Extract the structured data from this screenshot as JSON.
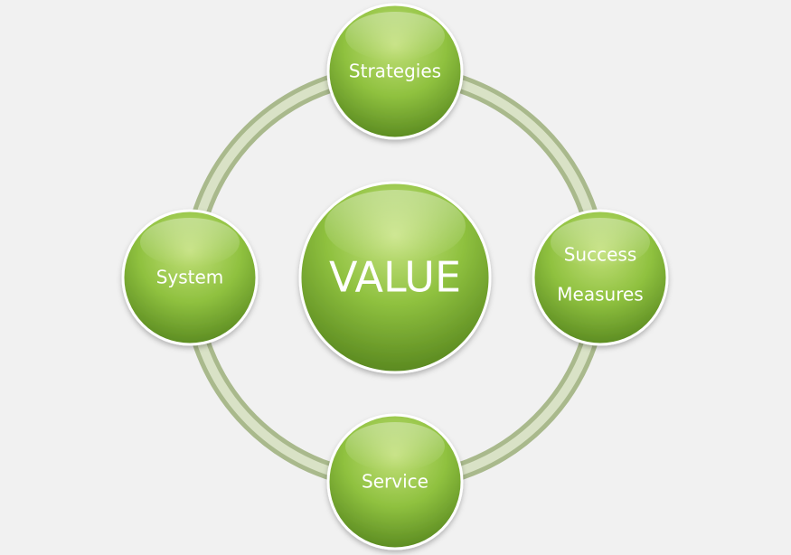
{
  "diagram": {
    "center": {
      "label": "VALUE"
    },
    "top": {
      "label": "Strategies"
    },
    "right": {
      "line1": "Success",
      "line2": "Measures"
    },
    "bottom": {
      "label": "Service"
    },
    "left": {
      "label": "System"
    }
  },
  "colors": {
    "background": "#f1f1f1",
    "node_light": "#b8d96a",
    "node_mid": "#8bbf3a",
    "node_dark": "#5f8f24",
    "ring": "#b9c79d",
    "label": "#ffffff"
  }
}
